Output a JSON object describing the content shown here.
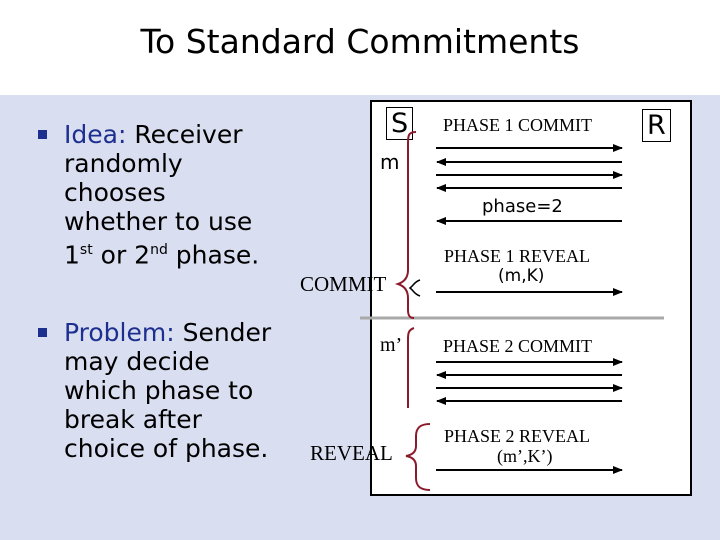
{
  "slide": {
    "title": "To Standard Commitments"
  },
  "bullets": [
    {
      "lead": "Idea:",
      "line1_rest": " Receiver",
      "line2": "randomly",
      "line3": "chooses",
      "line4": "whether to use",
      "line5_a": "1",
      "line5_sup1": "st",
      "line5_b": " or 2",
      "line5_sup2": "nd",
      "line5_c": " phase."
    },
    {
      "lead": "Problem:",
      "line1_rest": " Sender",
      "line2": "may decide",
      "line3": "which phase to",
      "line4": "break after",
      "line5": "choice of phase."
    }
  ],
  "diagram": {
    "sender": "S",
    "receiver": "R",
    "m": "m",
    "m_prime": "m’",
    "commit": "COMMIT",
    "reveal": "REVEAL",
    "phase1_commit": "PHASE 1 COMMIT",
    "phase_eq": "phase=2",
    "phase1_reveal": "PHASE 1 REVEAL",
    "phase1_reveal_args": "(m,K)",
    "phase2_commit": "PHASE 2 COMMIT",
    "phase2_reveal": "PHASE 2 REVEAL",
    "phase2_reveal_args": "(m’,K’)"
  },
  "colors": {
    "accent": "#1d2f8f",
    "content_bg": "#d9def0",
    "bracket": "#8b1a2b",
    "divider": "#a9a9a9"
  }
}
